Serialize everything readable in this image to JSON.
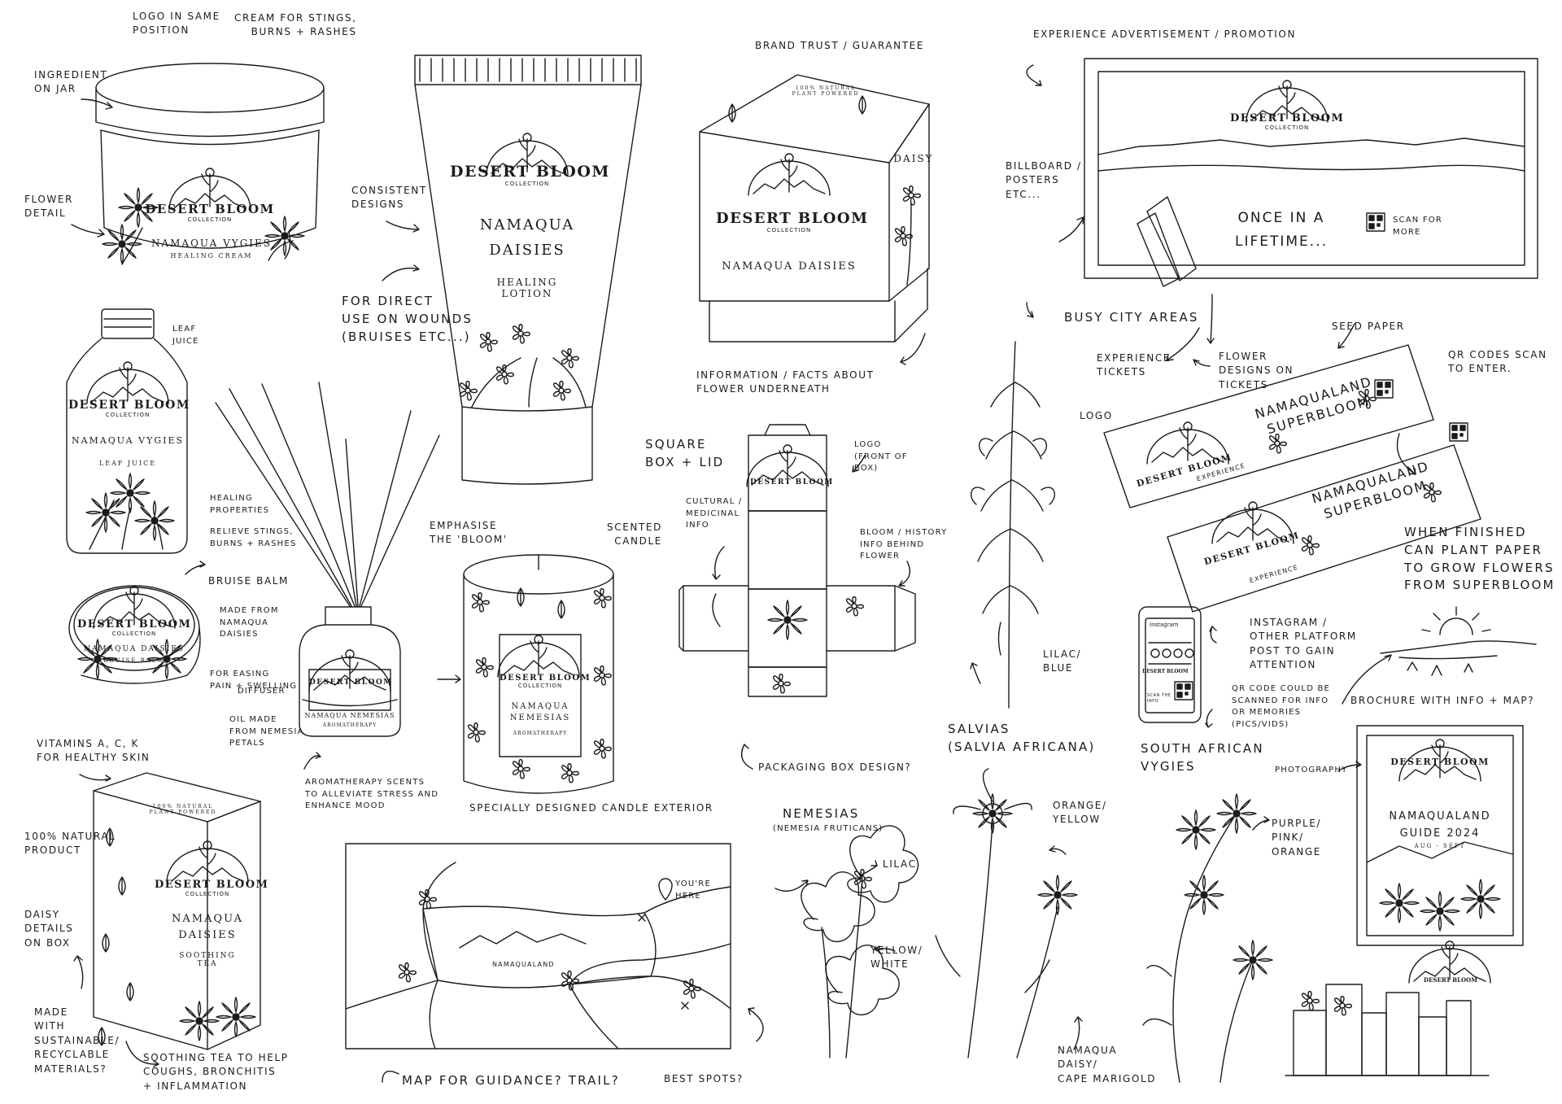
{
  "brand": {
    "name": "DESERT BLOOM",
    "sub": "COLLECTION"
  },
  "notes": {
    "logo_same_position": "LOGO IN SAME\nPOSITION",
    "cream_for": "CREAM FOR STINGS,\nBURNS + RASHES",
    "ingredient_on_jar": "INGREDIENT\nON JAR",
    "flower_detail": "FLOWER\nDETAIL",
    "leaf_juice": "LEAF\nJUICE",
    "healing_properties": "HEALING\nPROPERTIES",
    "relieve_stings": "RELIEVE STINGS,\nBURNS + RASHES",
    "bruise_balm": "BRUISE BALM",
    "made_from_namaqua": "MADE FROM\nNAMAQUA\nDAISIES",
    "for_easing_pain": "FOR EASING\nPAIN + SWELLING",
    "vitamins": "VITAMINS A, C, K\nFOR HEALTHY SKIN",
    "natural_product": "100% NATURAL\nPRODUCT",
    "daisy_details": "DAISY\nDETAILS\nON BOX",
    "sustainable": "MADE\nWITH\nSUSTAINABLE/\nRECYCLABLE\nMATERIALS?",
    "soothing_tea_note": "SOOTHING TEA TO HELP\nCOUGHS, BRONCHITIS\n+ INFLAMMATION",
    "consistent_designs": "CONSISTENT\nDESIGNS",
    "for_direct_use": "FOR DIRECT\nUSE ON WOUNDS\n(BRUISES ETC...)",
    "diffuser": "DIFFUSER",
    "oil_made": "OIL MADE\nFROM NEMESIA\nPETALS",
    "aromatherapy_scents": "AROMATHERAPY SCENTS\nTO ALLEVIATE STRESS AND\nENHANCE MOOD",
    "emphasise": "EMPHASISE\nTHE 'BLOOM'",
    "scented_candle": "SCENTED\nCANDLE",
    "candle_exterior": "SPECIALLY DESIGNED CANDLE EXTERIOR",
    "brand_trust": "BRAND TRUST / GUARANTEE",
    "information_facts": "INFORMATION / FACTS ABOUT\nFLOWER UNDERNEATH",
    "square_box": "SQUARE\nBOX + LID",
    "logo_front": "LOGO\n(FRONT OF\nBOX)",
    "cultural_medicinal": "CULTURAL /\nMEDICINAL\nINFO",
    "bloom_history": "BLOOM / HISTORY\nINFO BEHIND\nFLOWER",
    "packaging_box": "PACKAGING BOX DESIGN?",
    "map_guidance": "MAP FOR GUIDANCE? TRAIL?",
    "best_spots": "BEST SPOTS?",
    "youre_here": "YOU'RE\nHERE",
    "namaqualand_map": "NAMAQUALAND",
    "experience_ad": "EXPERIENCE ADVERTISEMENT / PROMOTION",
    "billboard": "BILLBOARD /\nPOSTERS\nETC...",
    "busy_city": "BUSY CITY AREAS",
    "experience_tickets": "EXPERIENCE\nTICKETS",
    "flower_designs": "FLOWER\nDESIGNS ON\nTICKETS",
    "seed_paper": "SEED PAPER",
    "qr_codes": "QR CODES SCAN\nTO ENTER.",
    "logo_tickets": "LOGO",
    "when_finished": "WHEN FINISHED\nCAN PLANT PAPER\nTO GROW FLOWERS\nFROM SUPERBLOOM",
    "instagram": "INSTAGRAM /\nOTHER PLATFORM\nPOST TO GAIN\nATTENTION",
    "qr_code_scanned": "QR CODE COULD BE\nSCANNED FOR INFO\nOR MEMORIES\n(PICS/VIDS)",
    "brochure": "BROCHURE WITH INFO + MAP?",
    "photography": "PHOTOGRAPHY",
    "lilac_blue": "LILAC/\nBLUE",
    "salvias": "SALVIAS\n(SALVIA AFRICANA)",
    "south_african_vygies": "SOUTH AFRICAN\nVYGIES",
    "purple_pink": "PURPLE/\nPINK/\nORANGE",
    "nemesias": "NEMESIAS",
    "nemesia_latin": "(NEMESIA FRUTICANS)",
    "lilac": "LILAC",
    "yellow_white": "YELLOW/\nWHITE",
    "orange_yellow": "ORANGE/\nYELLOW",
    "namaqua_daisy": "NAMAQUA\nDAISY/\nCAPE MARIGOLD"
  },
  "products": {
    "jar_title": "NAMAQUA VYGIES",
    "jar_sub": "HEALING CREAM",
    "tube_title": "NAMAQUA\nDAISIES",
    "tube_sub": "HEALING\nLOTION",
    "bottle_title": "NAMAQUA VYGIES",
    "bottle_sub": "LEAF JUICE",
    "balm_title": "NAMAQUA DAISIES",
    "balm_sub": "BRUISE BALM",
    "tea_title": "NAMAQUA\nDAISIES",
    "tea_sub": "SOOTHING\nTEA",
    "tea_badge": "100% NATURAL\nPLANT POWERED",
    "diffuser_title": "NAMAQUA NEMESIAS",
    "diffuser_sub": "AROMATHERAPY",
    "candle_title": "NAMAQUA\nNEMESIAS",
    "candle_sub": "AROMATHERAPY",
    "box_title": "NAMAQUA DAISIES",
    "box_side": "DAISY",
    "box_badge": "100% NATURAL\nPLANT POWERED"
  },
  "billboard": {
    "headline": "ONCE IN A\nLIFETIME...",
    "scan": "SCAN FOR\nMORE"
  },
  "tickets": {
    "title_a": "NAMAQUALAND\nSUPERBLOOM",
    "title_b": "NAMAQUALAND\nSUPERBLOOM",
    "experience": "EXPERIENCE"
  },
  "phone": {
    "app": "Instagram",
    "scan": "SCAN THE\nINFO"
  },
  "brochure": {
    "title": "NAMAQUALAND\nGUIDE 2024",
    "dates": "AUG - SEPT"
  }
}
